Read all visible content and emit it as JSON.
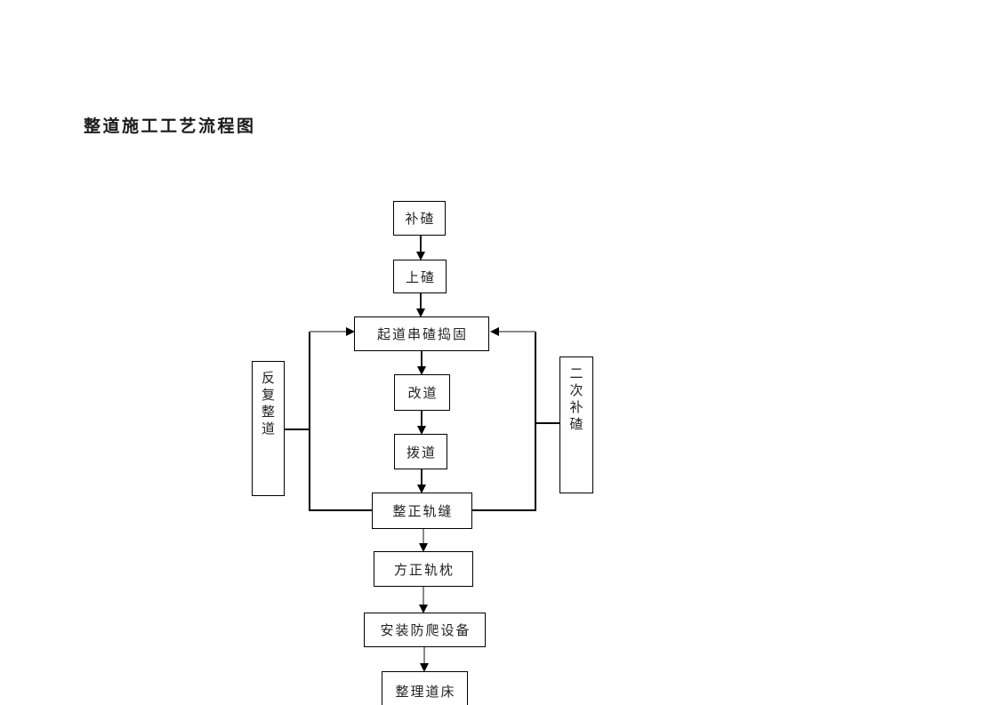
{
  "page": {
    "title": "整道施工工艺流程图"
  },
  "flowchart": {
    "main_nodes": [
      {
        "label": "补碴"
      },
      {
        "label": "上碴"
      },
      {
        "label": "起道串碴捣固"
      },
      {
        "label": "改道"
      },
      {
        "label": "拨道"
      },
      {
        "label": "整正轨缝"
      },
      {
        "label": "方正轨枕"
      },
      {
        "label": "安装防爬设备"
      },
      {
        "label": "整理道床"
      }
    ],
    "side_nodes": [
      {
        "label": "反复整道",
        "side": "left"
      },
      {
        "label": "二次补碴",
        "side": "right"
      }
    ],
    "colors": {
      "line": "#000000",
      "stem_gray": "#8a8a8a",
      "background": "#ffffff"
    }
  }
}
